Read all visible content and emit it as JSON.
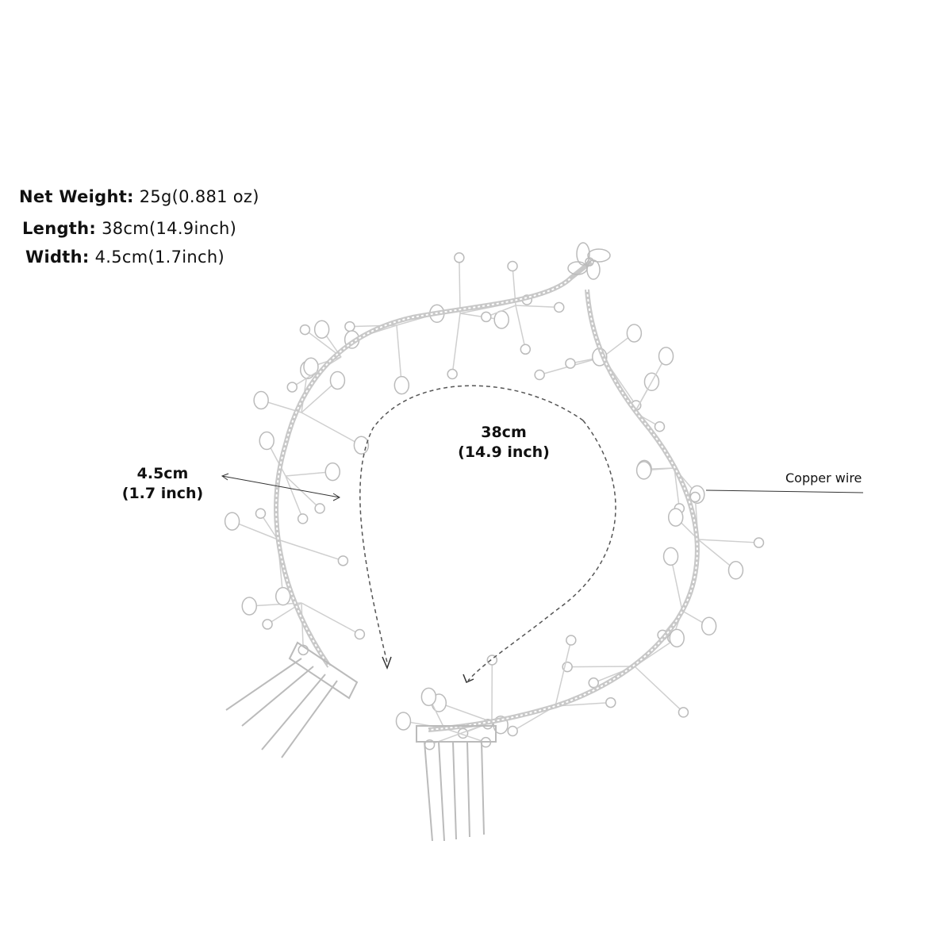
{
  "specs": {
    "net_weight": {
      "label": "Net Weight:",
      "value": "25g(0.881 oz)"
    },
    "length": {
      "label": "Length:",
      "value": "38cm(14.9inch)"
    },
    "width": {
      "label": "Width:",
      "value": "4.5cm(1.7inch)"
    }
  },
  "annotations": {
    "width_cm": "4.5cm",
    "width_inch": "(1.7 inch)",
    "length_cm": "38cm",
    "length_inch": "(14.9 inch)",
    "material": "Copper wire"
  },
  "colors": {
    "line": "#c8c8c8",
    "text": "#111111",
    "dash": "#555555"
  }
}
